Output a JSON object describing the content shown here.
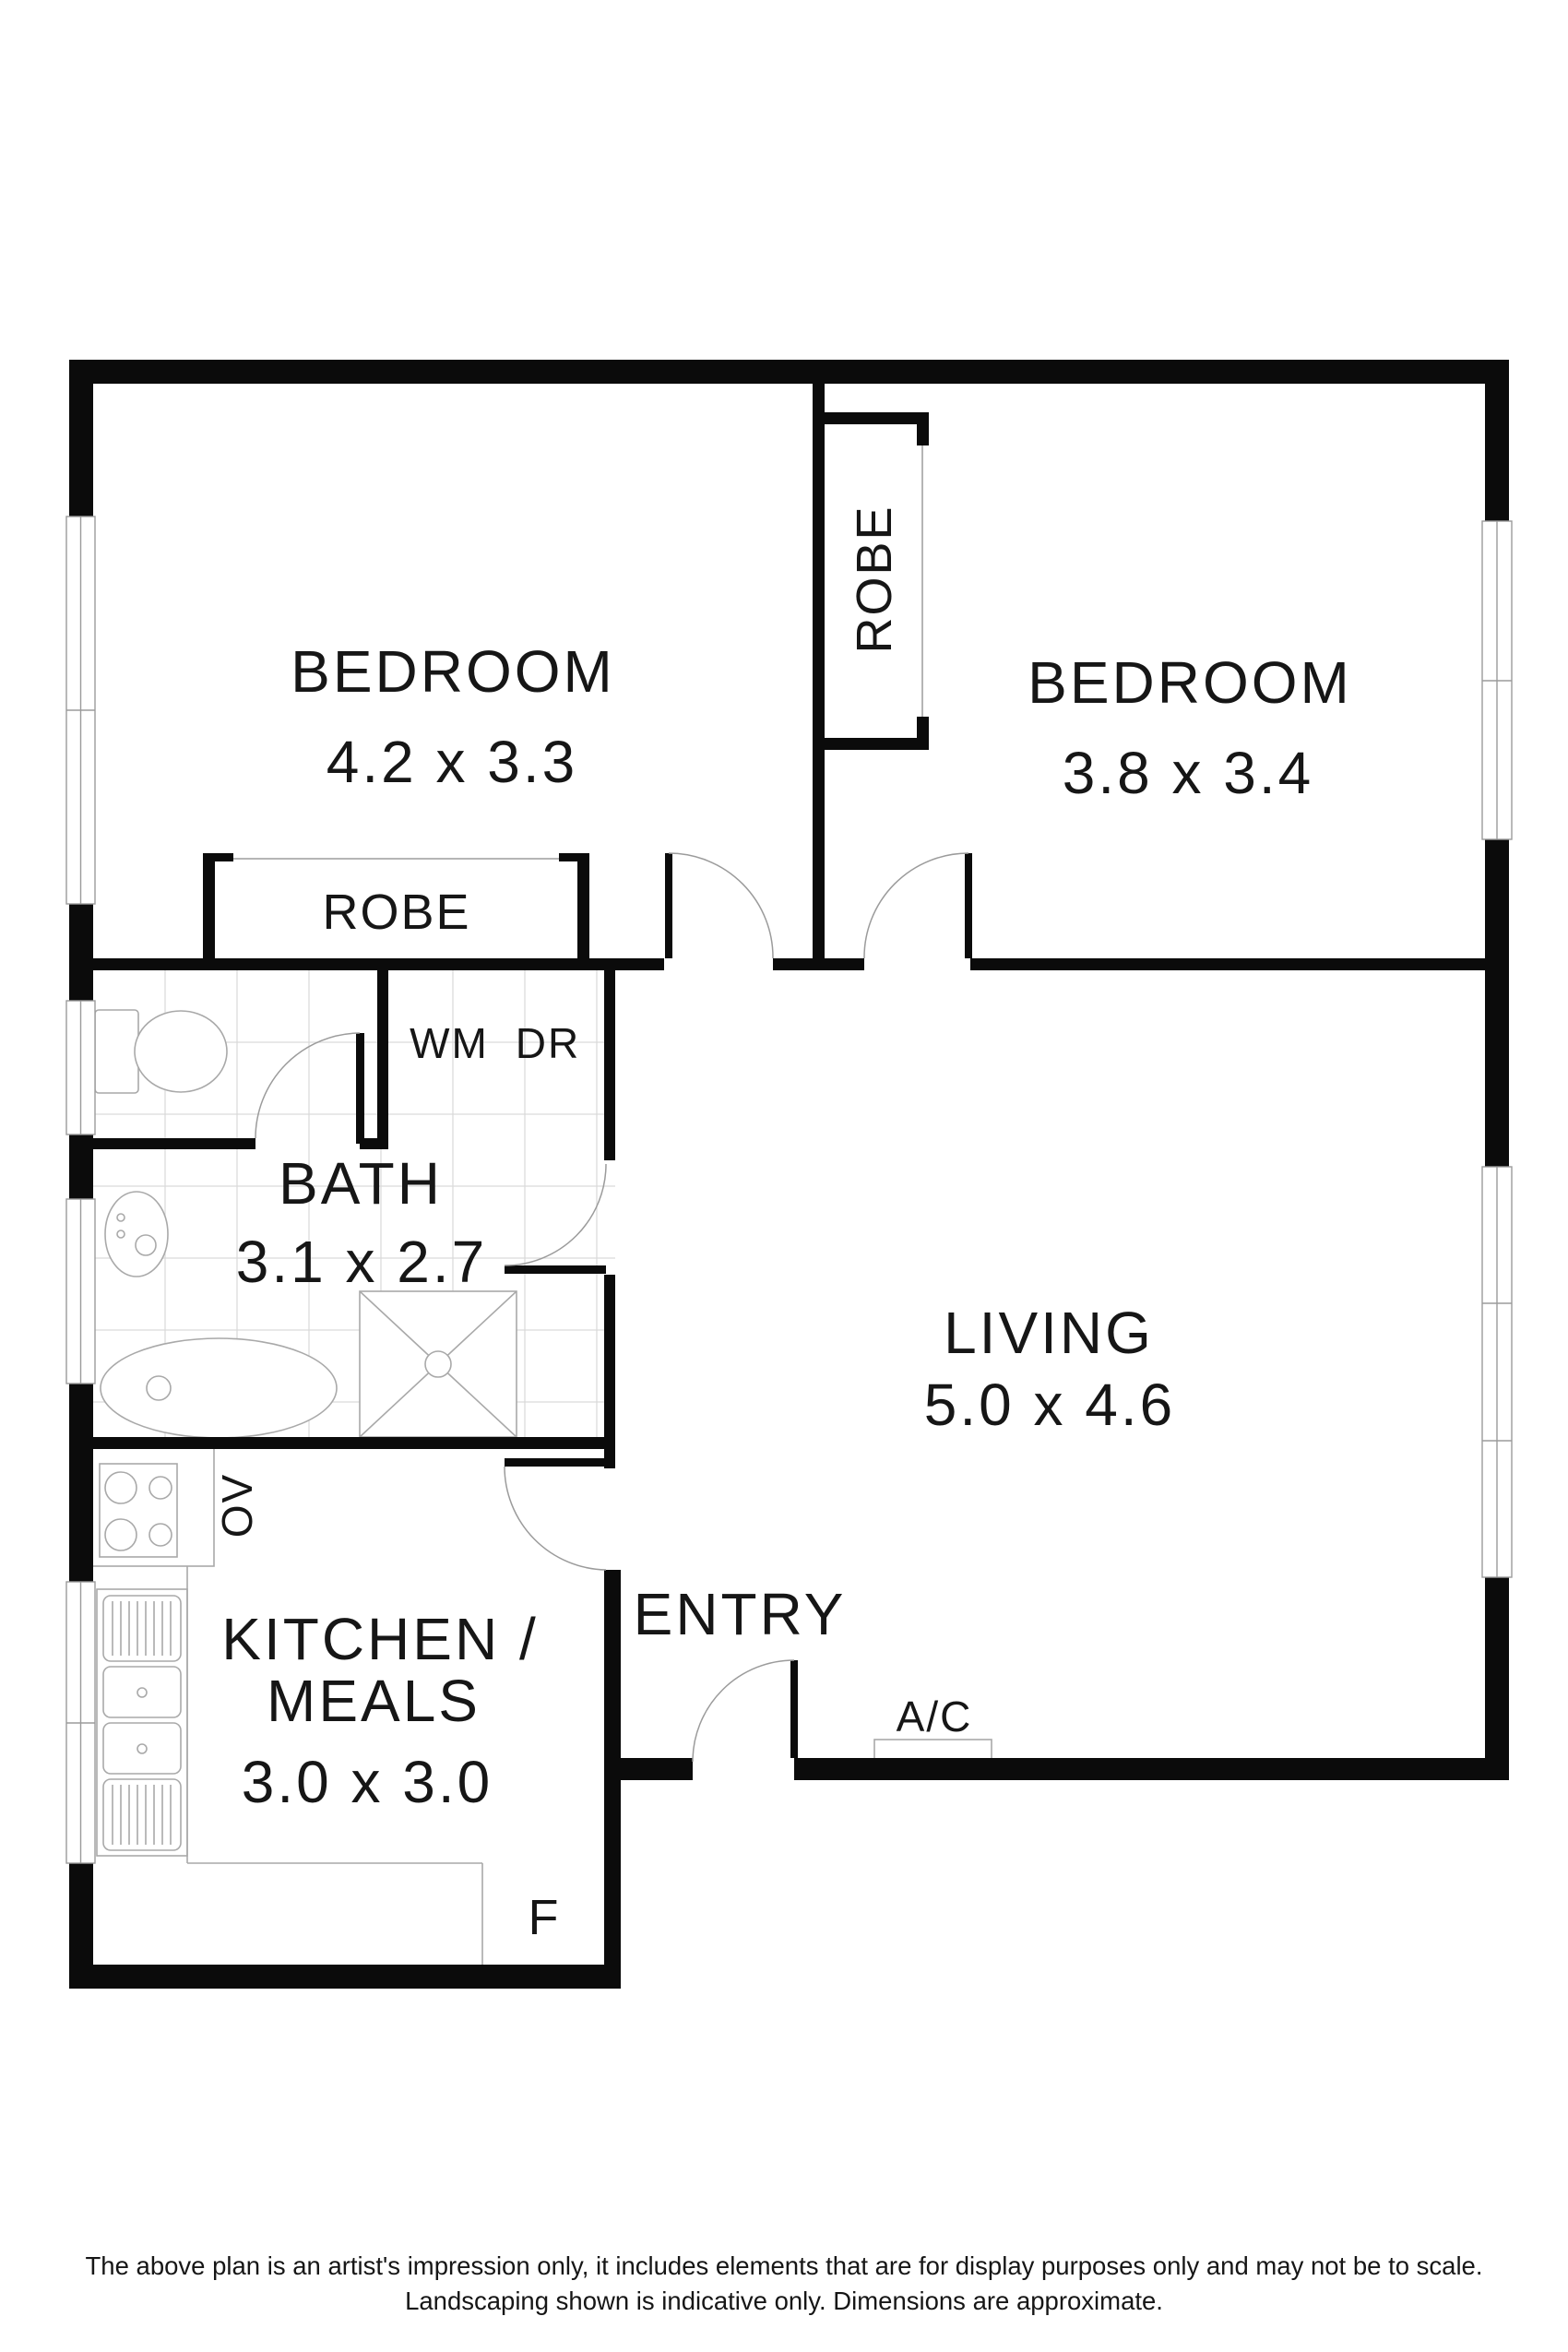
{
  "rooms": {
    "bedroom1": {
      "name": "BEDROOM",
      "dims": "4.2 x 3.3"
    },
    "bedroom2": {
      "name": "BEDROOM",
      "dims": "3.8 x 3.4"
    },
    "bath": {
      "name": "BATH",
      "dims": "3.1 x 2.7"
    },
    "living": {
      "name": "LIVING",
      "dims": "5.0 x 4.6"
    },
    "kitchen": {
      "line1": "KITCHEN /",
      "line2": "MEALS",
      "dims": "3.0 x 3.0"
    },
    "entry": {
      "name": "ENTRY"
    }
  },
  "features": {
    "robe1": "ROBE",
    "robe2": "ROBE",
    "wm": "WM",
    "dr": "DR",
    "ac": "A/C",
    "fridge": "F",
    "oven": "OV"
  },
  "disclaimer": {
    "line1": "The above plan is an artist's impression only, it includes elements that are for display purposes only and may not be to scale.",
    "line2": "Landscaping shown is indicative only. Dimensions are approximate."
  },
  "colors": {
    "wall": "#0b0b0b",
    "fixture": "#a9a9a9",
    "tile": "#d9d9d9",
    "text": "#161616",
    "background": "#ffffff"
  }
}
